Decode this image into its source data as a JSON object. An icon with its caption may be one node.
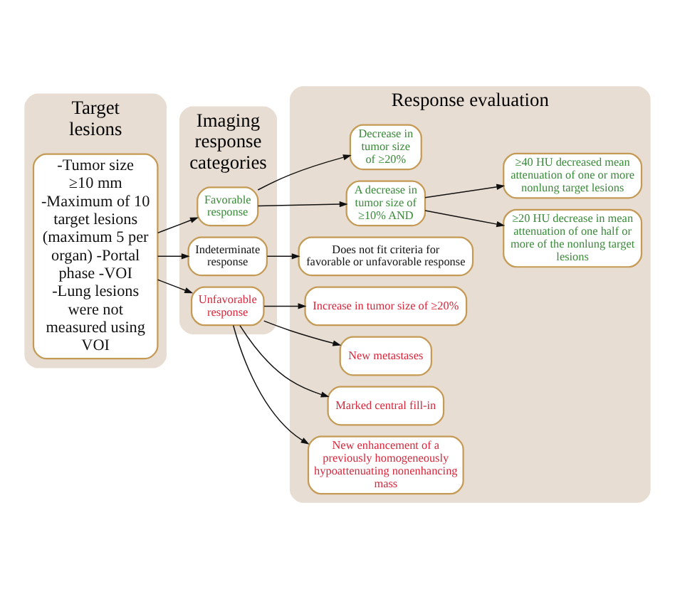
{
  "diagram": {
    "nodes": [
      {
        "text": [
          "Target lesions"
        ]
      },
      {
        "text": [
          "-Tumor size ≥10 mm -Maximum of 10 target lesions (maximum 5 per organ) -Portal phase -VOI -Lung lesions were not measured using VOI"
        ],
        "in": 0
      },
      {
        "text": [
          "Imaging response categories"
        ]
      },
      {
        "text": [
          "Favorable response"
        ],
        "in": 2
      },
      {
        "text": [
          "Indeterminate response"
        ],
        "in": 2
      },
      {
        "text": [
          "Unfavorable response"
        ],
        "in": 2
      },
      {
        "text": [
          "Response evaluation"
        ]
      },
      {
        "text": [
          "Decrease in tumor size of ≥20%"
        ],
        "in": 6
      },
      {
        "text": [
          "A decrease in tumor size of ≥10% AND"
        ],
        "in": 6
      },
      {
        "text": [
          "≥20 HU decrease in mean attenuation of one half or more of the nonlung target lesions"
        ],
        "in": 6
      },
      {
        "text": [
          "≥40 HU decreased mean attenuation of one or more nonlung target lesions"
        ],
        "in": 6
      },
      {
        "text": [
          "Does not fit criteria for favorable or unfavorable response"
        ],
        "in": 6
      },
      {
        "text": [
          "Increase in tumor size of ≥20%"
        ],
        "in": 6
      },
      {
        "text": [
          "New metastases"
        ],
        "in": 6
      },
      {
        "text": [
          "Marked central fill-in"
        ],
        "in": 6
      },
      {
        "text": [
          "New enhancement of a previously homogeneously hypoattenuating nonenhancing mass"
        ],
        "in": 6
      }
    ],
    "edges": [
      {
        "from": 1,
        "to": 3,
        "arrow": "to"
      },
      {
        "from": 1,
        "to": 4,
        "arrow": "to"
      },
      {
        "from": 1,
        "to": 5,
        "arrow": "to"
      },
      {
        "from": 3,
        "to": 7,
        "arrow": "to"
      },
      {
        "from": 3,
        "to": 8,
        "arrow": "to"
      },
      {
        "from": 8,
        "to": 9,
        "arrow": "to"
      },
      {
        "from": 8,
        "to": 10,
        "arrow": "to"
      },
      {
        "from": 4,
        "to": 11,
        "arrow": "to"
      },
      {
        "from": 5,
        "to": 12,
        "arrow": "to"
      },
      {
        "from": 5,
        "to": 13,
        "arrow": "to"
      },
      {
        "from": 5,
        "to": 14,
        "arrow": "to"
      },
      {
        "from": 5,
        "to": 15,
        "arrow": "to"
      }
    ]
  }
}
